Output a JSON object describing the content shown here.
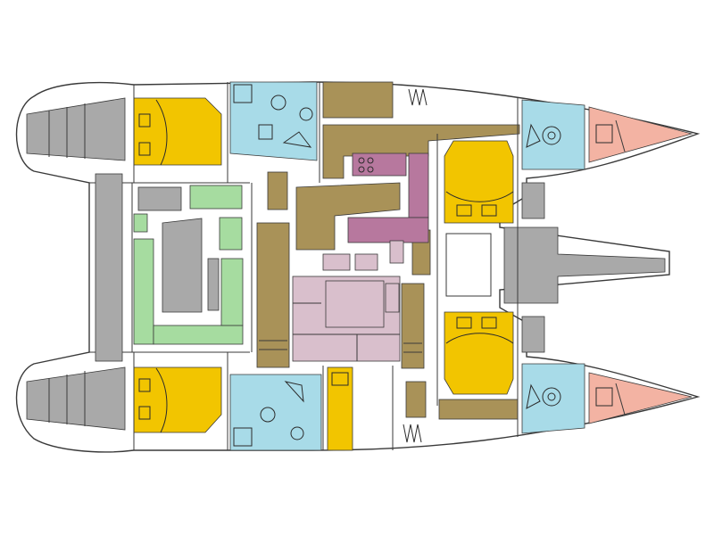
{
  "diagram": {
    "kind": "catamaran-deck-plan",
    "labels": [],
    "colors": {
      "cabin_berth": "#f2c500",
      "head_shower": "#a8dbe8",
      "saloon_seating": "#d9bfcc",
      "galley": "#b7789e",
      "storage_wood": "#a99258",
      "cockpit_seating": "#a6dca0",
      "deck_grey": "#a9a9a9",
      "forepeak": "#f3b3a3",
      "outline": "#3a3a3a",
      "background": "#ffffff"
    },
    "areas": [
      {
        "id": "port-aft-cabin",
        "zone": "cabin_berth"
      },
      {
        "id": "starboard-aft-cabin",
        "zone": "cabin_berth"
      },
      {
        "id": "port-forward-cabin",
        "zone": "cabin_berth"
      },
      {
        "id": "starboard-forward-cabin",
        "zone": "cabin_berth"
      },
      {
        "id": "port-aft-head",
        "zone": "head_shower"
      },
      {
        "id": "starboard-aft-head",
        "zone": "head_shower"
      },
      {
        "id": "port-forward-head",
        "zone": "head_shower"
      },
      {
        "id": "starboard-forward-head",
        "zone": "head_shower"
      },
      {
        "id": "saloon",
        "zone": "saloon_seating"
      },
      {
        "id": "galley",
        "zone": "galley"
      },
      {
        "id": "cockpit",
        "zone": "cockpit_seating"
      },
      {
        "id": "port-forepeak",
        "zone": "forepeak"
      },
      {
        "id": "starboard-forepeak",
        "zone": "forepeak"
      }
    ]
  }
}
